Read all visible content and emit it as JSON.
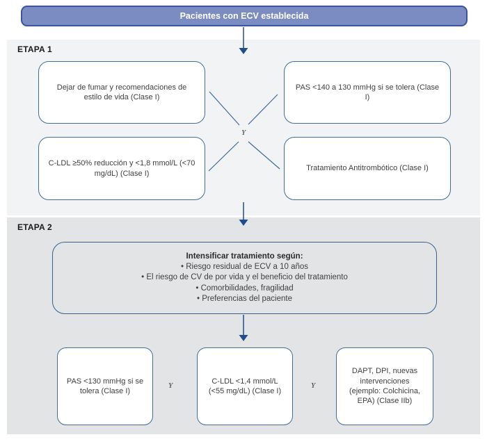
{
  "colors": {
    "header-fill": "#7b8cc3",
    "header-border": "#3a54a0",
    "header-text": "#ffffff",
    "box-border": "#3e6d9c",
    "box-fill": "#ffffff",
    "arrow": "#1f4e8c",
    "stage1-bg": "#f2f3f4",
    "stage2-bg": "#e3e4e6",
    "text": "#3f3f3f",
    "label-text": "#1a1a1a"
  },
  "header": {
    "label": "Pacientes con ECV establecida"
  },
  "stage1": {
    "label": "ETAPA 1",
    "connector_label": "Y",
    "boxes": {
      "smoking_lifestyle": "Dejar de fumar y recomendaciones de estilo de vida (Clase I)",
      "pas_140": "PAS <140 a 130 mmHg si se tolera (Clase I)",
      "cldl_50": "C-LDL ≥50% reducción y <1,8 mmol/L (<70 mg/dL) (Clase I)",
      "antithrombotic": "Tratamiento Antitrombótico (Clase I)"
    }
  },
  "stage2": {
    "label": "ETAPA 2",
    "intensify_box": {
      "title": "Intensificar tratamiento según:",
      "bullets": [
        "• Riesgo residual de ECV a 10 años",
        "• El riesgo de CV de por vida y el beneficio del tratamiento",
        "• Comorbilidades, fragilidad",
        "• Preferencias del paciente"
      ]
    },
    "connector_labels": {
      "y1": "Y",
      "y2": "Y"
    },
    "boxes": {
      "pas_130": "PAS <130 mmHg si se tolera (Clase I)",
      "cldl_14": "C-LDL <1,4 mmol/L (<55 mg/dL) (Clase I)",
      "dapt": "DAPT, DPI, nuevas intervenciones (ejemplo: Colchicina, EPA) (Clase IIb)"
    }
  }
}
